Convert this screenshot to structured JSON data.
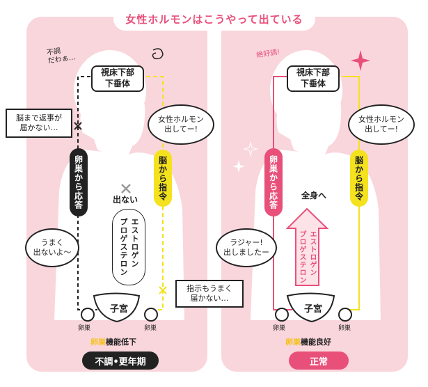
{
  "title": "女性ホルモンはこうやって出ている",
  "left": {
    "brain": "視床下部\n下垂体",
    "reply_label": "卵巣から応答",
    "command_label": "脳から指令",
    "mood_note": "不調\nだわぁ…",
    "note_brain": "脳まで返事が\n届かない…",
    "bubble_hormone": "女性ホルモン\n出してー!",
    "bubble_not_out": "うまく\n出ないよ〜",
    "no_output": "出ない",
    "hormones": "エストロゲン\nプロゲステロン",
    "note_command": "指示もうまく\n届かない…",
    "uterus": "子宮",
    "ovary_l": "卵巣",
    "ovary_r": "卵巣",
    "function_prefix": "卵巣",
    "function_suffix": "機能低下",
    "status": "不調•更年期"
  },
  "right": {
    "brain": "視床下部\n下垂体",
    "reply_label": "卵巣から応答",
    "command_label": "脳から指令",
    "mood_note": "絶好調!",
    "bubble_hormone": "女性ホルモン\n出してー!",
    "bubble_ok": "ラジャー!\n出しましたー",
    "to_body": "全身へ",
    "hormones": "エストロゲン\nプロゲステロン",
    "uterus": "子宮",
    "ovary_l": "卵巣",
    "ovary_r": "卵巣",
    "function_prefix": "卵巣",
    "function_suffix": "機能良好",
    "status": "正常"
  },
  "colors": {
    "panel": "#f9d6dc",
    "silhouette": "#ffffff",
    "accent_pink": "#e8507a",
    "accent_yellow": "#f5e21e",
    "dark": "#222222",
    "title_pink": "#e8507a"
  }
}
